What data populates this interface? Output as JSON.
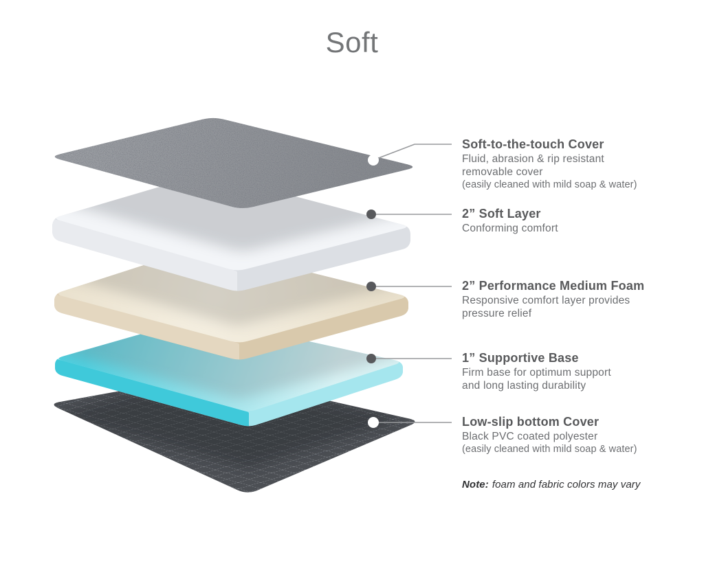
{
  "title": "Soft",
  "annotations": [
    {
      "heading": "Soft-to-the-touch Cover",
      "body": "Fluid, abrasion & rip resistant\nremovable cover",
      "fine": "(easily cleaned with mild soap & water)"
    },
    {
      "heading": "2” Soft Layer",
      "body": "Conforming comfort",
      "fine": ""
    },
    {
      "heading": "2” Performance Medium Foam",
      "body": "Responsive comfort layer provides\npressure relief",
      "fine": ""
    },
    {
      "heading": "1” Supportive Base",
      "body": "Firm base for optimum support\nand long lasting durability",
      "fine": ""
    },
    {
      "heading": "Low-slip bottom Cover",
      "body": "Black PVC coated polyester",
      "fine": "(easily cleaned with mild soap & water)"
    }
  ],
  "note": {
    "label": "Note:",
    "text": "foam and fabric colors may vary"
  },
  "colors": {
    "title": "#737577",
    "heading": "#58595b",
    "body": "#6b6d70",
    "note": "#2f3032",
    "leader_line": "#97999c",
    "dot_dark": "#58595c",
    "dot_light": "#ffffff",
    "layer1_light": "#9a9da2",
    "layer1_base": "#878a8f",
    "layer2_top": "#f3f5f8",
    "layer2_left": "#e9ebef",
    "layer2_right": "#dcdfe4",
    "layer3_top": "#e9e0cc",
    "layer3_center": "#f6f1e4",
    "layer3_left": "#e4d7c0",
    "layer3_right": "#d9c9ac",
    "layer4_grad_start": "#4fcfdf",
    "layer4_grad_end": "#d8f3f5",
    "layer4_left": "#3fc9da",
    "layer4_right": "#a5e6ee",
    "layer5_base": "#4c4f54",
    "layer5_grid": "#c6cacf"
  }
}
